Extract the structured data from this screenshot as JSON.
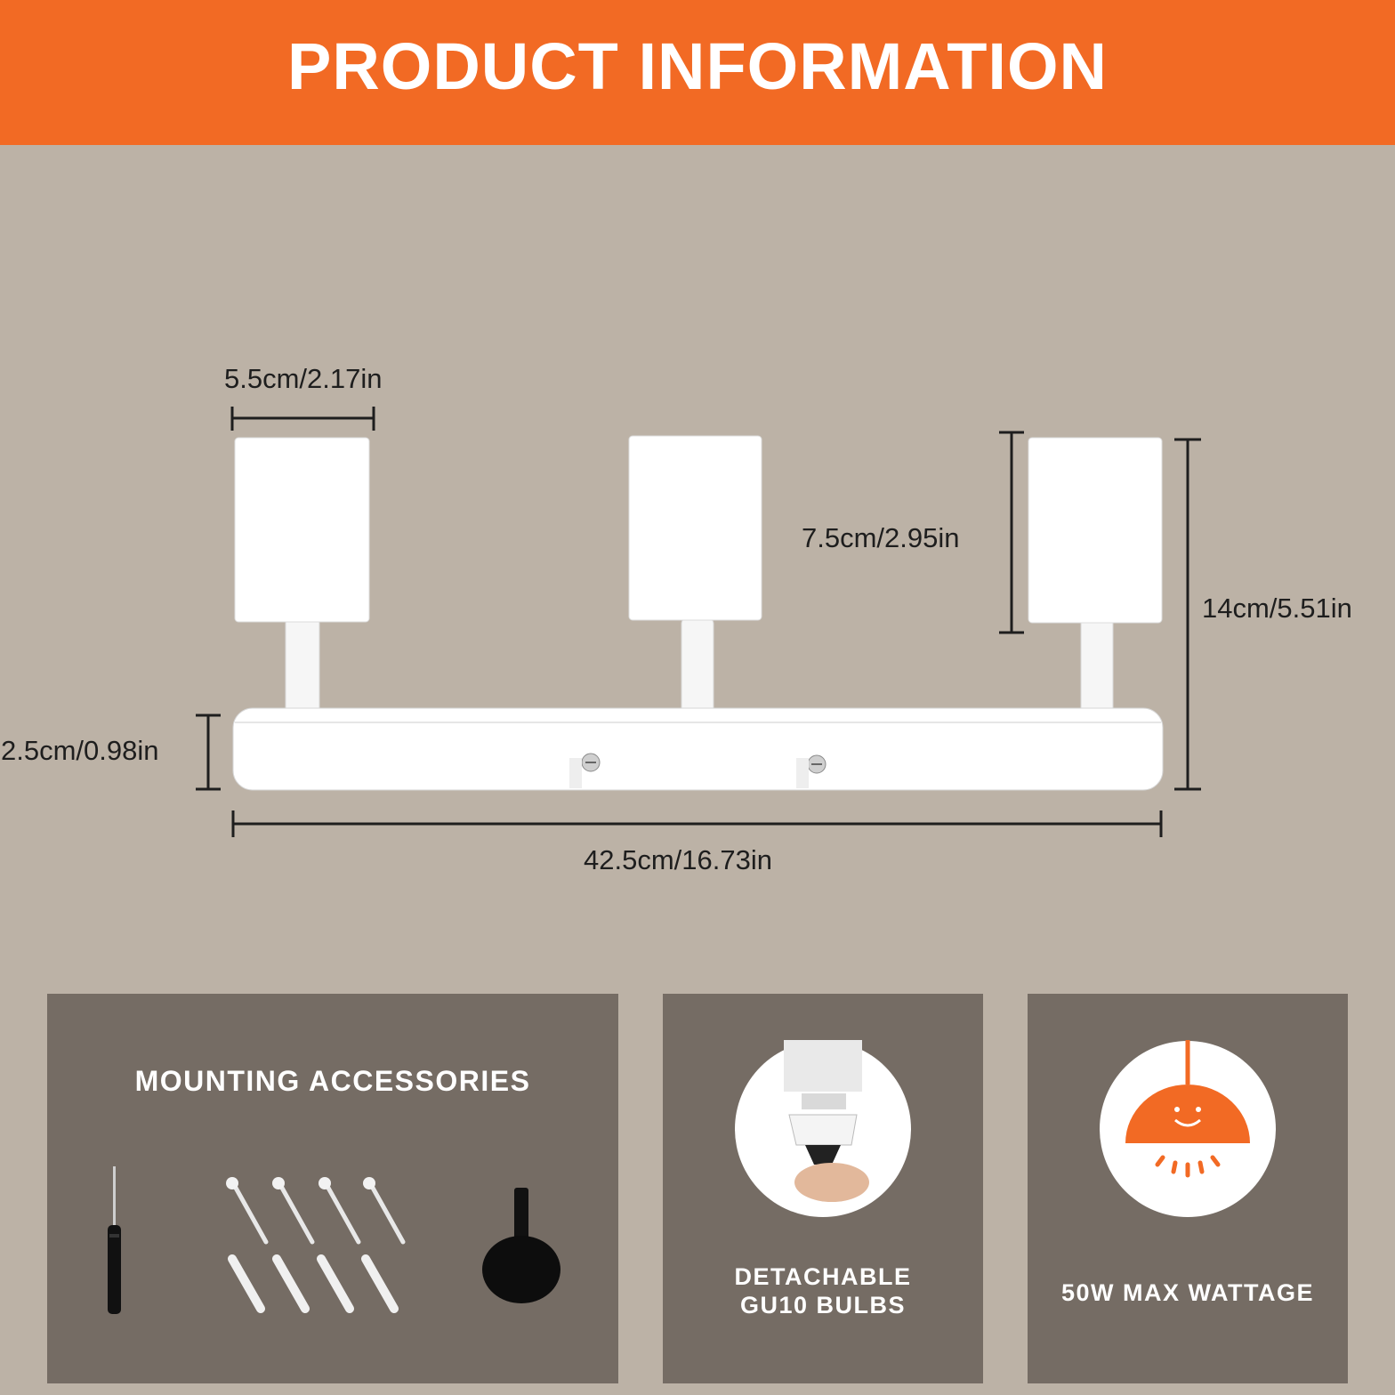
{
  "header": {
    "title": "PRODUCT INFORMATION"
  },
  "colors": {
    "accent": "#f26a24",
    "background": "#bcb2a6",
    "panel": "#756c64",
    "fixture": "#ffffff",
    "dimension_line": "#1e1e1e"
  },
  "dimensions": {
    "shade_width": "5.5cm/2.17in",
    "shade_height": "7.5cm/2.95in",
    "total_height": "14cm/5.51in",
    "base_height": "2.5cm/0.98in",
    "total_length": "42.5cm/16.73in"
  },
  "panels": {
    "accessories": {
      "title": "MOUNTING ACCESSORIES",
      "items": [
        "screwdriver-icon",
        "screw-icon",
        "wall-anchor-icon",
        "drill-stop-icon"
      ]
    },
    "bulbs": {
      "caption_line1": "DETACHABLE",
      "caption_line2": "GU10 BULBS",
      "icon": "bulb-removal-icon"
    },
    "wattage": {
      "caption": "50W MAX WATTAGE",
      "icon": "lamp-icon"
    }
  }
}
